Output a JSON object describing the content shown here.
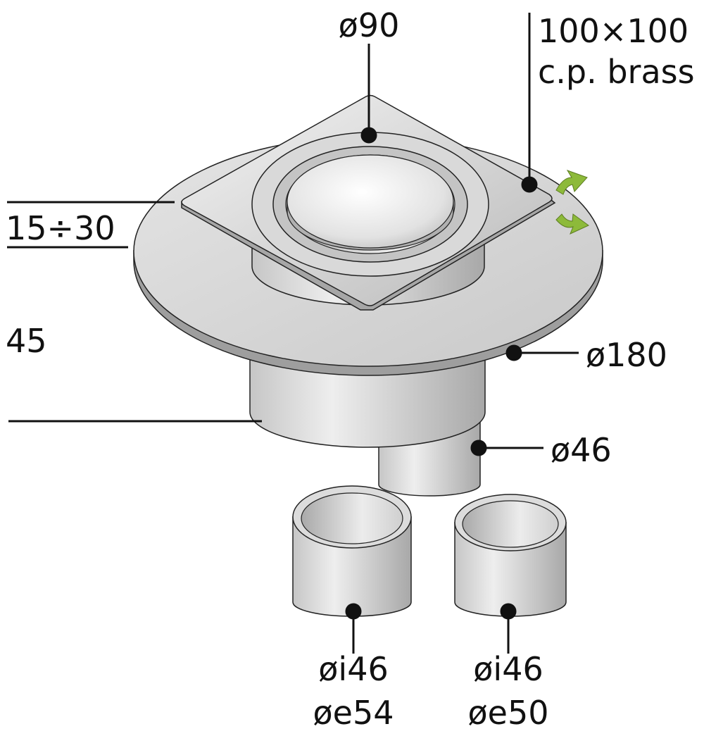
{
  "labels": {
    "top_diameter": "ø90",
    "grate_size": "100×100",
    "grate_material": "c.p. brass",
    "adjust_range": "15÷30",
    "height": "45",
    "flange_diameter": "ø180",
    "outlet_diameter": "ø46",
    "adapter1_inner": "øi46",
    "adapter1_outer": "øe54",
    "adapter2_inner": "øi46",
    "adapter2_outer": "øe50"
  },
  "colors": {
    "rotation_arrows": "#8dba3a",
    "line": "#111111",
    "body_light": "#e6e6e6",
    "body_dark": "#9a9a9a"
  },
  "icons": [
    "rotate-arrows-icon"
  ]
}
